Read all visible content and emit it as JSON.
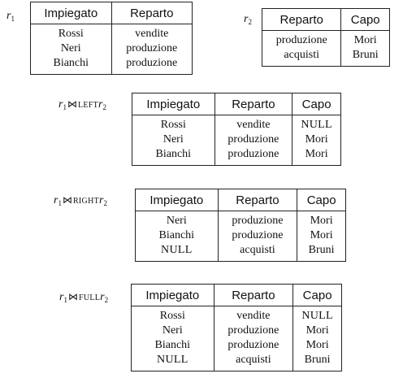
{
  "r1": {
    "name": "r",
    "index": "1",
    "headers": [
      "Impiegato",
      "Reparto"
    ],
    "rows": [
      [
        "Rossi",
        "vendite"
      ],
      [
        "Neri",
        "produzione"
      ],
      [
        "Bianchi",
        "produzione"
      ]
    ]
  },
  "r2": {
    "name": "r",
    "index": "2",
    "headers": [
      "Reparto",
      "Capo"
    ],
    "rows": [
      [
        "produzione",
        "Mori"
      ],
      [
        "acquisti",
        "Bruni"
      ]
    ]
  },
  "left_join": {
    "label": {
      "left": "r",
      "left_index": "1",
      "op": "⋈",
      "kind": "LEFT",
      "right": "r",
      "right_index": "2"
    },
    "headers": [
      "Impiegato",
      "Reparto",
      "Capo"
    ],
    "rows": [
      [
        "Rossi",
        "vendite",
        "NULL"
      ],
      [
        "Neri",
        "produzione",
        "Mori"
      ],
      [
        "Bianchi",
        "produzione",
        "Mori"
      ]
    ]
  },
  "right_join": {
    "label": {
      "left": "r",
      "left_index": "1",
      "op": "⋈",
      "kind": "RIGHT",
      "right": "r",
      "right_index": "2"
    },
    "headers": [
      "Impiegato",
      "Reparto",
      "Capo"
    ],
    "rows": [
      [
        "Neri",
        "produzione",
        "Mori"
      ],
      [
        "Bianchi",
        "produzione",
        "Mori"
      ],
      [
        "NULL",
        "acquisti",
        "Bruni"
      ]
    ]
  },
  "full_join": {
    "label": {
      "left": "r",
      "left_index": "1",
      "op": "⋈",
      "kind": "FULL",
      "right": "r",
      "right_index": "2"
    },
    "headers": [
      "Impiegato",
      "Reparto",
      "Capo"
    ],
    "rows": [
      [
        "Rossi",
        "vendite",
        "NULL"
      ],
      [
        "Neri",
        "produzione",
        "Mori"
      ],
      [
        "Bianchi",
        "produzione",
        "Mori"
      ],
      [
        "NULL",
        "acquisti",
        "Bruni"
      ]
    ]
  }
}
